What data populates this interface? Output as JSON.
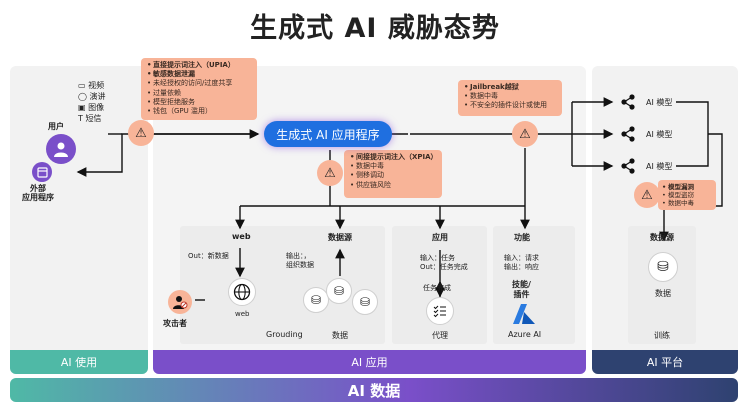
{
  "title": "生成式 AI 威胁态势",
  "sections": {
    "ai_usage": "AI 使用",
    "ai_app": "AI 应用",
    "ai_platform": "AI 平台",
    "ai_data": "AI 数据"
  },
  "user": {
    "label": "用户",
    "media": [
      "视频",
      "演讲",
      "图像",
      "短信"
    ],
    "external_app": "外部\n应用程序"
  },
  "genai_app": "生成式 AI 应用程序",
  "notes": {
    "upia": [
      "直接提示词注入（UPIA）",
      "敏感数据泄漏",
      "未经授权的访问/过度共享",
      "过量依赖",
      "模型拒绝服务",
      "钱包（GPU 滥用）"
    ],
    "jailbreak": [
      "Jailbreak越狱",
      "数据中毒",
      "不安全的插件设计或使用"
    ],
    "xpia": [
      "间接提示词注入（XPIA）",
      "数据中毒",
      "侧移调动",
      "供应链风险"
    ],
    "model": [
      "模型漏洞",
      "模型盗窃",
      "数据中毒"
    ]
  },
  "web": {
    "title": "web",
    "out": "Out：新数据",
    "icon_label": "web"
  },
  "datasource": {
    "title": "数据源",
    "io": "输出：，\n组织数据",
    "label": "数据"
  },
  "grounding": "Grouding",
  "attacker": "攻击者",
  "application": {
    "title": "应用",
    "io": "输入：任务\nOut：任务完成",
    "done": "任务完成",
    "agent": "代理"
  },
  "function": {
    "title": "功能",
    "io": "输入：请求\n输出：响应",
    "plugin": "技能/\n插件",
    "azure": "Azure AI"
  },
  "models": [
    "AI 模型",
    "AI 模型",
    "AI 模型"
  ],
  "platform_ds": {
    "title": "数据源",
    "data": "数据",
    "train": "训练"
  },
  "colors": {
    "teal": "#4fb9a6",
    "purple": "#7a4fc9",
    "navy": "#2e4270",
    "salmon": "#f8b498",
    "accent_blue": "#1f6fe0"
  }
}
